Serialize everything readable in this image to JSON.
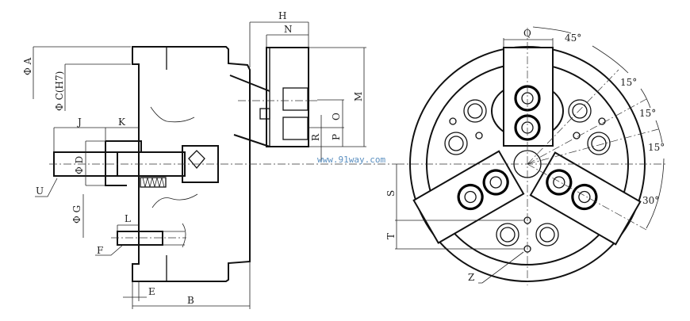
{
  "side_view": {
    "labels": {
      "H": "H",
      "N": "N",
      "A": "Φ A",
      "C": "Φ C(H7)",
      "M": "M",
      "O": "O",
      "P": "P",
      "R": "R",
      "J": "J",
      "K": "K",
      "D": "Φ D",
      "U": "U",
      "G": "Φ G",
      "L": "L",
      "F": "F",
      "E": "E",
      "B": "B"
    }
  },
  "front_view": {
    "labels": {
      "Q": "Q",
      "angle_45": "45°",
      "angle_15a": "15°",
      "angle_15b": "15°",
      "angle_15c": "15°",
      "angle_30": "30°",
      "S": "S",
      "T": "T",
      "Z": "Z"
    }
  },
  "watermark": "www.91way.com"
}
